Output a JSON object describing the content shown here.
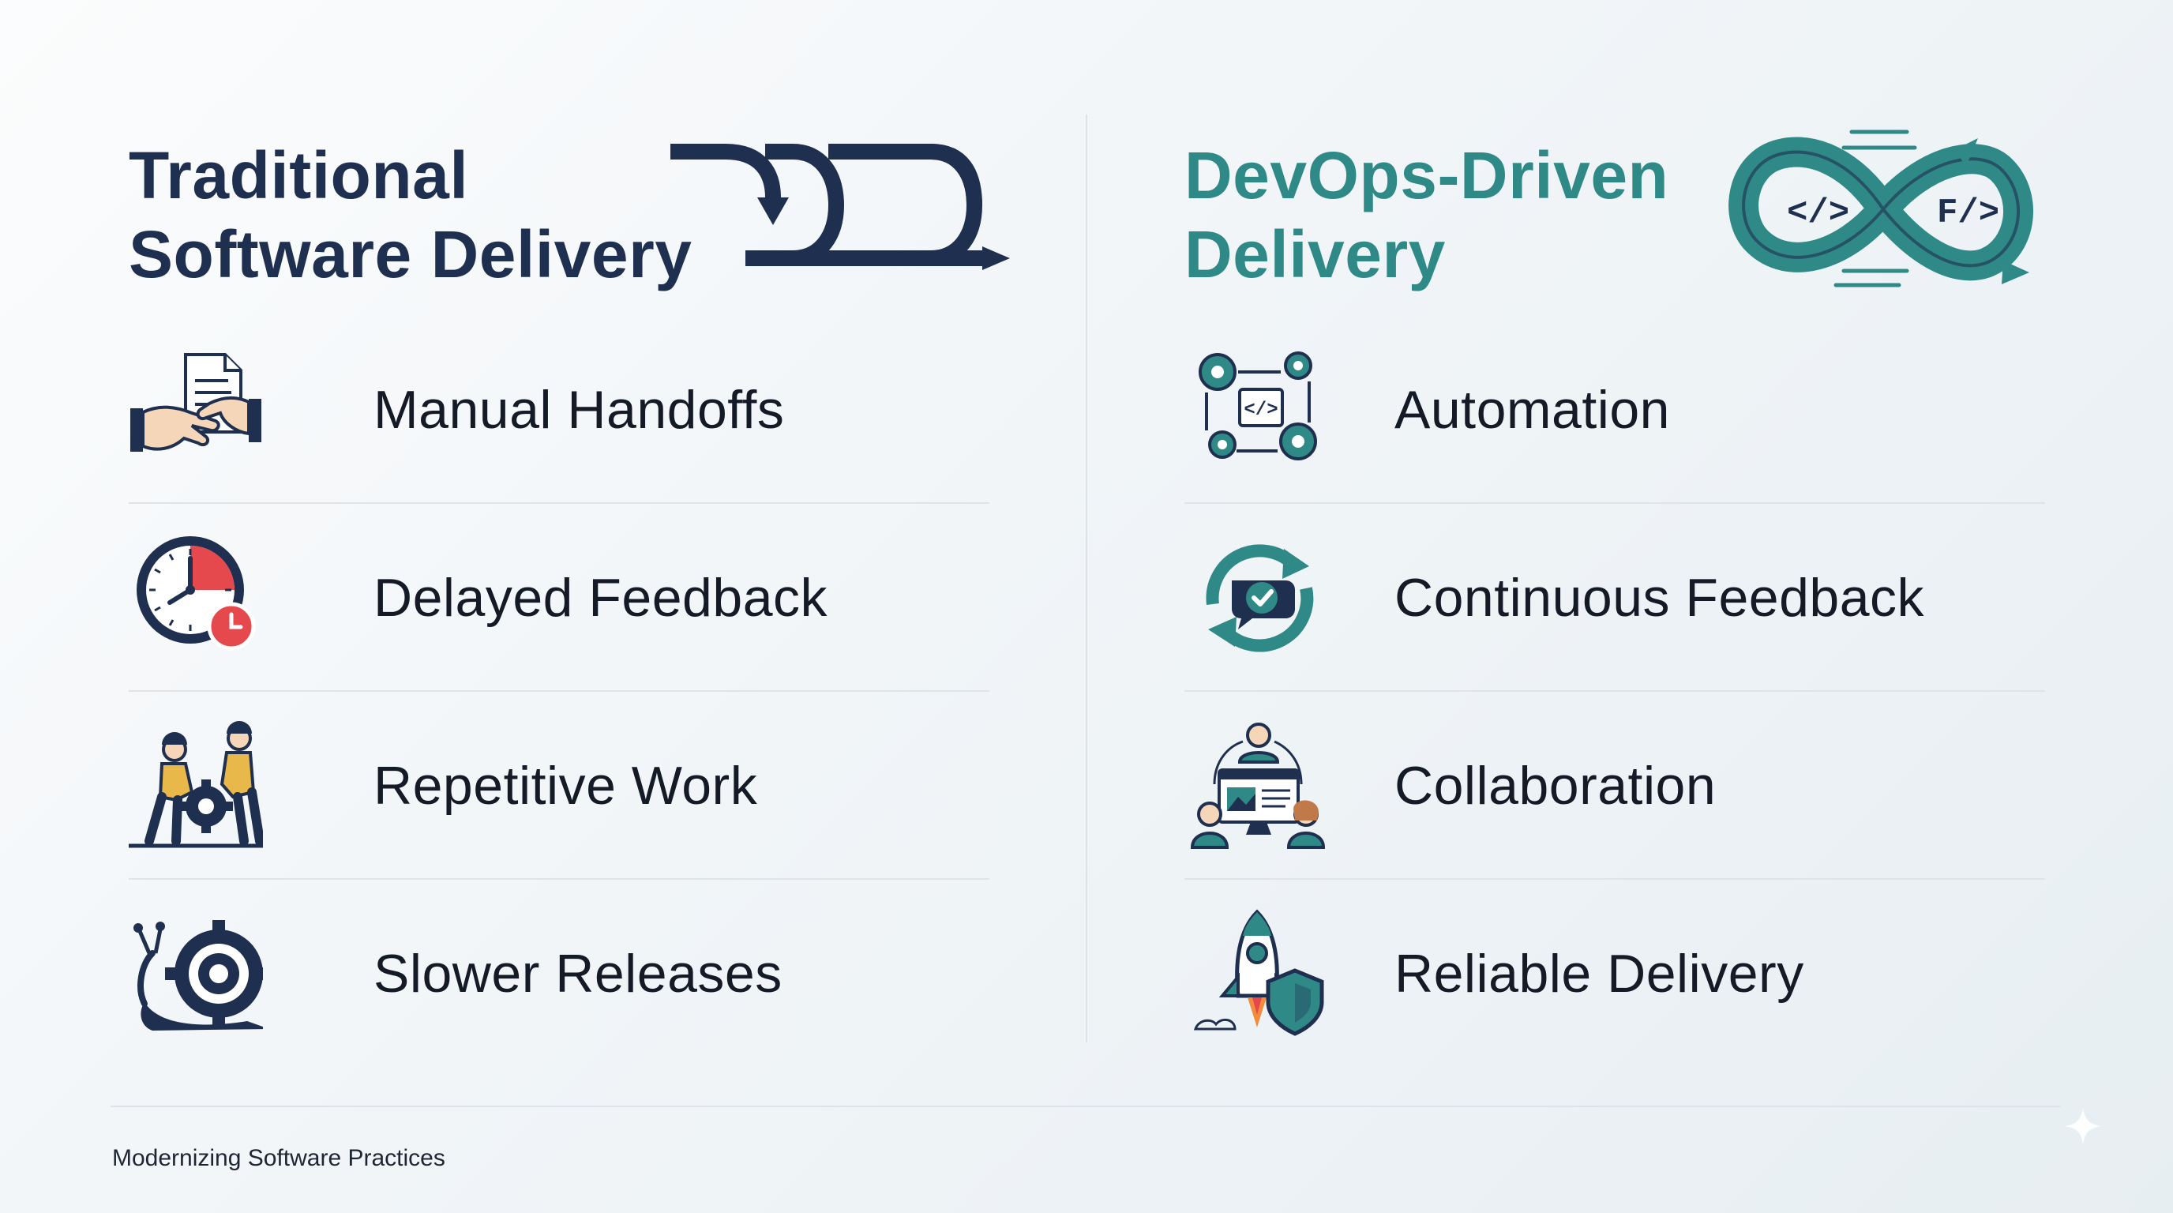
{
  "colors": {
    "navy": "#1f2f4f",
    "teal": "#2f8a87",
    "red": "#e5484d",
    "skin": "#f5d6b8",
    "text": "#141a26"
  },
  "left": {
    "title_line1": "Traditional",
    "title_line2": "Software Delivery",
    "header_icon": "curved-arrows-icon",
    "items": [
      {
        "label": "Manual Handoffs",
        "icon": "handoff-document-icon"
      },
      {
        "label": "Delayed Feedback",
        "icon": "clock-icon"
      },
      {
        "label": "Repetitive Work",
        "icon": "workers-gear-icon"
      },
      {
        "label": "Slower Releases",
        "icon": "snail-gear-icon"
      }
    ]
  },
  "right": {
    "title_line1": "DevOps-Driven",
    "title_line2": "Delivery",
    "header_icon": "devops-infinity-icon",
    "header_code_left": "</>",
    "header_code_right": "F/>",
    "items": [
      {
        "label": "Automation",
        "icon": "gears-code-icon"
      },
      {
        "label": "Continuous Feedback",
        "icon": "feedback-cycle-icon"
      },
      {
        "label": "Collaboration",
        "icon": "team-monitor-icon"
      },
      {
        "label": "Reliable Delivery",
        "icon": "rocket-shield-icon"
      }
    ]
  },
  "footer": {
    "text": "Modernizing Software Practices"
  }
}
